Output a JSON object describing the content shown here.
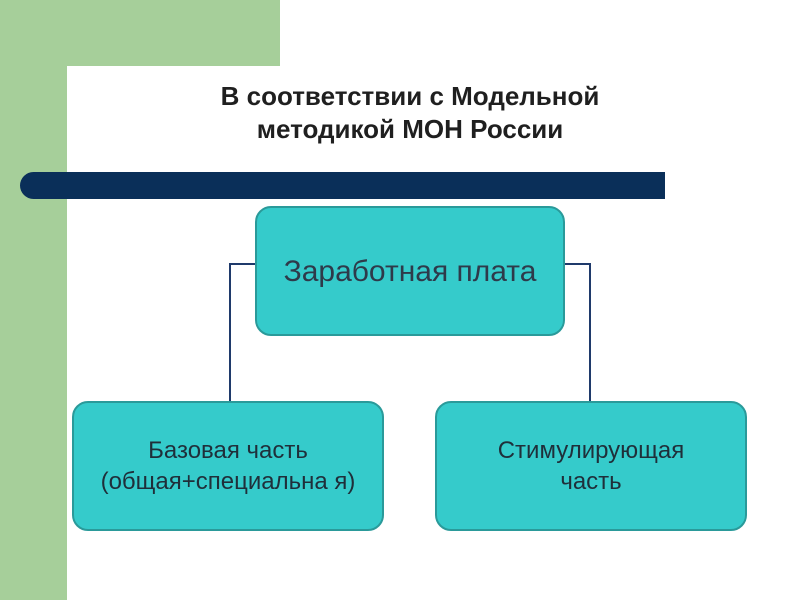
{
  "slide": {
    "title_line1": "В соответствии с Модельной",
    "title_line2": "методикой МОН России"
  },
  "diagram": {
    "root": "Заработная плата",
    "children": [
      "Базовая часть (общая+специальна я)",
      "Стимулирующая часть"
    ]
  },
  "colors": {
    "accent_green": "#a6cf9a",
    "bar_navy": "#0a2f59",
    "box_fill": "#35cbcb",
    "box_border": "#2a9a9a",
    "connector": "#1f3a6b"
  }
}
